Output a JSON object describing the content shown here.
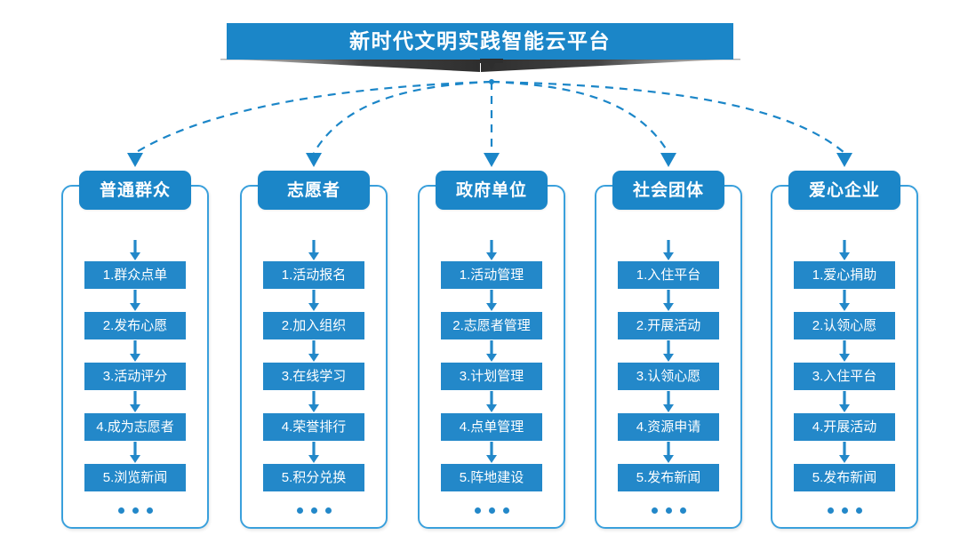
{
  "header": {
    "title": "新时代文明实践智能云平台",
    "title_bg": "#1b86c8",
    "shadow_color": "#2e2e2e",
    "caret_icon": "caret-down-icon"
  },
  "theme": {
    "primary": "#1b86c8",
    "item_blue": "#2388c9",
    "frame_border": "#3aa0dc",
    "connector": "#1b86c8",
    "text_on_blue": "#ffffff"
  },
  "columns": [
    {
      "id": "public",
      "title": "普通群众",
      "items": [
        "1.群众点单",
        "2.发布心愿",
        "3.活动评分",
        "4.成为志愿者",
        "5.浏览新闻"
      ],
      "more": "..."
    },
    {
      "id": "volunteer",
      "title": "志愿者",
      "items": [
        "1.活动报名",
        "2.加入组织",
        "3.在线学习",
        "4.荣誉排行",
        "5.积分兑换"
      ],
      "more": "..."
    },
    {
      "id": "government",
      "title": "政府单位",
      "items": [
        "1.活动管理",
        "2.志愿者管理",
        "3.计划管理",
        "4.点单管理",
        "5.阵地建设"
      ],
      "more": "..."
    },
    {
      "id": "social-group",
      "title": "社会团体",
      "items": [
        "1.入住平台",
        "2.开展活动",
        "3.认领心愿",
        "4.资源申请",
        "5.发布新闻"
      ],
      "more": "..."
    },
    {
      "id": "enterprise",
      "title": "爱心企业",
      "items": [
        "1.爱心捐助",
        "2.认领心愿",
        "3.入住平台",
        "4.开展活动",
        "5.发布新闻"
      ],
      "more": "..."
    }
  ]
}
